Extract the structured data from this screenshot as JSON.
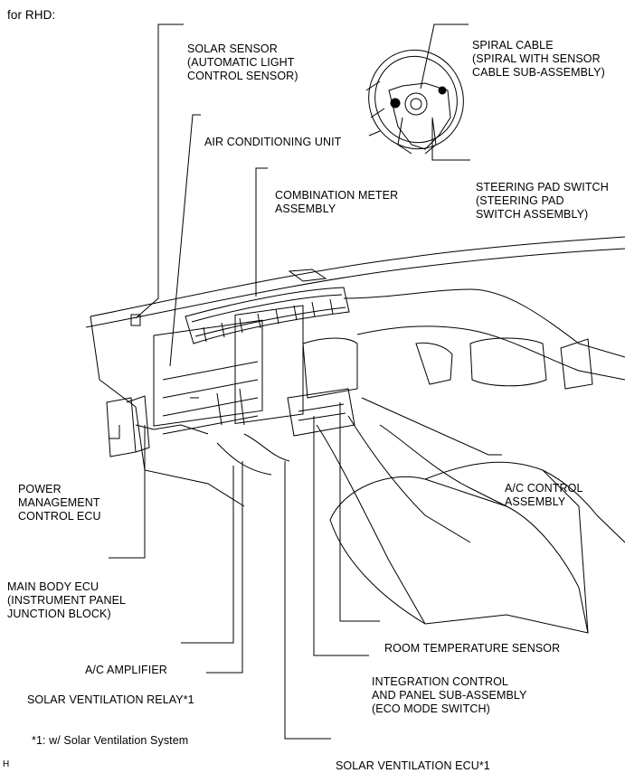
{
  "header": {
    "text": "for RHD:"
  },
  "labels": {
    "solar_sensor": [
      "SOLAR SENSOR",
      "(AUTOMATIC LIGHT",
      "CONTROL SENSOR)"
    ],
    "spiral_cable": [
      "SPIRAL CABLE",
      "(SPIRAL WITH SENSOR",
      "CABLE SUB-ASSEMBLY)"
    ],
    "air_conditioning_unit": [
      "AIR CONDITIONING UNIT"
    ],
    "combination_meter": [
      "COMBINATION METER",
      "ASSEMBLY"
    ],
    "steering_pad_switch": [
      "STEERING PAD SWITCH",
      "(STEERING PAD",
      "SWITCH ASSEMBLY)"
    ],
    "power_management": [
      "POWER",
      "MANAGEMENT",
      "CONTROL ECU"
    ],
    "ac_control": [
      "A/C CONTROL",
      "ASSEMBLY"
    ],
    "main_body_ecu": [
      "MAIN BODY ECU",
      "(INSTRUMENT PANEL",
      "JUNCTION BLOCK)"
    ],
    "room_temp_sensor": [
      "ROOM TEMPERATURE SENSOR"
    ],
    "ac_amplifier": [
      "A/C AMPLIFIER"
    ],
    "integration_control": [
      "INTEGRATION CONTROL",
      "AND PANEL SUB-ASSEMBLY",
      "(ECO MODE SWITCH)"
    ],
    "solar_vent_relay": [
      "SOLAR VENTILATION RELAY*1"
    ],
    "solar_vent_ecu": [
      "SOLAR VENTILATION ECU*1"
    ]
  },
  "footnote": "*1: w/ Solar Ventilation System",
  "corner_mark": "H"
}
